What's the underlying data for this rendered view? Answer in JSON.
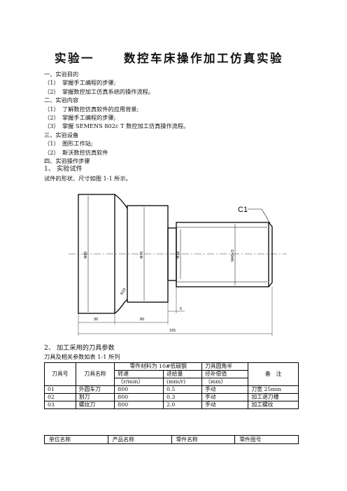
{
  "title": {
    "part1": "实验一",
    "part2": "数控车床操作加工仿真实验"
  },
  "sections": [
    {
      "type": "h",
      "text": "一、实验目的"
    },
    {
      "type": "item",
      "num": "（1）",
      "text": "掌握手工编程的步骤;"
    },
    {
      "type": "item",
      "num": "（2）",
      "text": "掌握数控加工仿真系统的操作流程。"
    },
    {
      "type": "h",
      "text": "二、实验内容"
    },
    {
      "type": "item",
      "num": "（1）",
      "text": "了解数控仿真软件的应用背景;"
    },
    {
      "type": "item",
      "num": "（2）",
      "text": "掌握手工编程的步骤;"
    },
    {
      "type": "item",
      "num": "（3）",
      "text": "掌握 SEMENS 802c T 数控加工仿真操作流程。"
    },
    {
      "type": "h",
      "text": "三、实验设备"
    },
    {
      "type": "item",
      "num": "（1）",
      "text": "图形工作站;"
    },
    {
      "type": "item",
      "num": "（2）",
      "text": "斯沃数控仿真软件"
    },
    {
      "type": "h",
      "text": "四、实验操作步骤"
    },
    {
      "type": "h2",
      "text": "1、 实验试件"
    },
    {
      "type": "h",
      "text": "试件的形状、尺寸如图 1-1 所示。"
    }
  ],
  "drawing": {
    "chamfer_label": "C1",
    "dim_d80": "Φ80",
    "dim_d70": "Φ70",
    "dim_d38": "Φ38",
    "dim_thread": "M40×3",
    "dim_r10": "R10",
    "dim_30": "30",
    "dim_80": "80",
    "dim_5": "5",
    "dim_155": "155"
  },
  "section2_heading": "2、 加工采用的刀具参数",
  "table_caption": "刀具及相关参数如表 1-1 所列",
  "tool_table": {
    "h_tool_no": "刀具号",
    "h_tool_name": "刀具名称",
    "h_material": "零件材料为 10#低碳钢",
    "h_speed": "转速",
    "h_speed_unit": "（r/min）",
    "h_feed": "进给量",
    "h_feed_unit": "(mm/r)",
    "h_radius": "刀具圆角半",
    "h_radius2": "径补偿值",
    "h_radius_unit": "（mm）",
    "h_note": "备　注",
    "rows": [
      {
        "no": "01",
        "name": "外圆车刀",
        "speed": "800",
        "feed": "0.5",
        "radius": "手动",
        "note": "刀宽 25mm"
      },
      {
        "no": "02",
        "name": "割刀",
        "speed": "800",
        "feed": "0.3",
        "radius": "手动",
        "note": "加工退刀槽"
      },
      {
        "no": "03",
        "name": "螺纹刀",
        "speed": "800",
        "feed": "2.0",
        "radius": "手动",
        "note": "加工螺纹"
      }
    ]
  },
  "info_table": [
    "单位名称",
    "产品名称",
    "零件名称",
    "零件图号"
  ]
}
